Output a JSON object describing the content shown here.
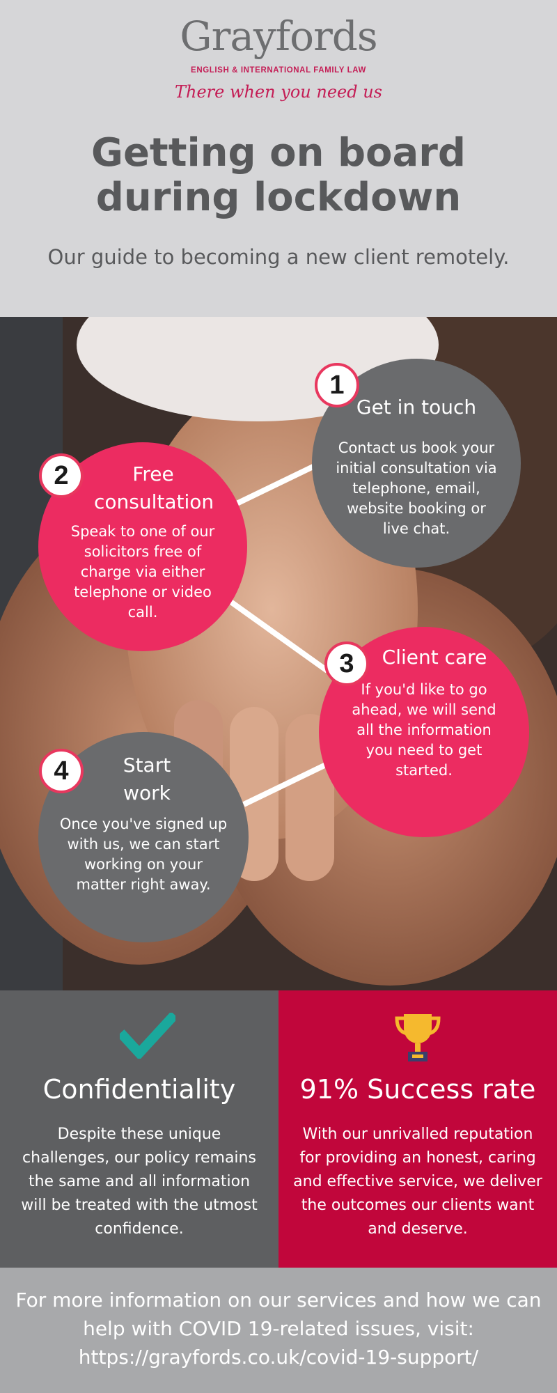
{
  "header": {
    "logo": "Grayfords",
    "logo_sub": "ENGLISH & INTERNATIONAL FAMILY LAW",
    "tagline": "There when you need us",
    "title": "Getting on board during lockdown",
    "subtitle": "Our guide to becoming a new client remotely."
  },
  "steps": [
    {
      "number": "1",
      "title": "Get in touch",
      "text": "Contact us book your initial consultation via telephone, email, website booking or live chat."
    },
    {
      "number": "2",
      "title": "Free consultation",
      "text": "Speak to one of our solicitors free of charge via either telephone or video call."
    },
    {
      "number": "3",
      "title": "Client care",
      "text": "If you'd like to go ahead, we will send all the information you need to get started."
    },
    {
      "number": "4",
      "title": "Start work",
      "text": "Once you've signed up with us, we can start working on your matter right away."
    }
  ],
  "panels": {
    "confidentiality": {
      "title": "Confidentiality",
      "text": "Despite these unique challenges, our policy remains the same and all information will be treated with the utmost confidence."
    },
    "success": {
      "title": "91% Success rate",
      "text": "With our unrivalled reputation for providing an honest, caring and effective service, we deliver the outcomes our clients want and deserve."
    }
  },
  "footer": {
    "text": "For more information on our services and how we can help with COVID 19-related issues, visit: https://grayfords.co.uk/covid-19-support/"
  },
  "colors": {
    "brand_pink": "#ec2c61",
    "brand_crimson": "#c1063b",
    "brand_grey": "#6a6b6d",
    "check_teal": "#1aa89c",
    "trophy_gold": "#f5b92e"
  },
  "icons": [
    "checkmark-icon",
    "trophy-icon"
  ]
}
